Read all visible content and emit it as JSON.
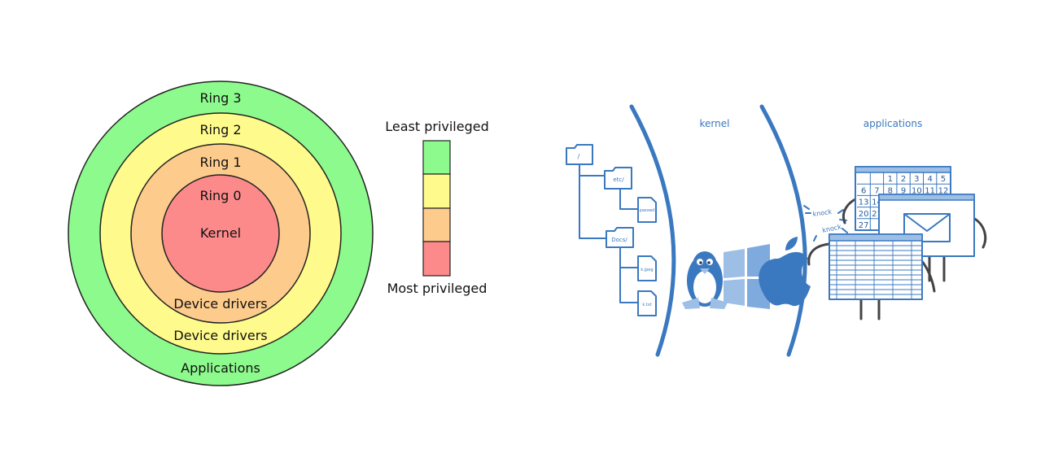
{
  "rings": {
    "ring3": {
      "label": "Ring 3",
      "bottom_label": "Applications",
      "color": "#8dfa8d"
    },
    "ring2": {
      "label": "Ring 2",
      "bottom_label": "Device drivers",
      "color": "#fefa8c"
    },
    "ring1": {
      "label": "Ring 1",
      "bottom_label": "Device drivers",
      "color": "#fdcb8c"
    },
    "ring0": {
      "label": "Ring 0",
      "center_label": "Kernel",
      "color": "#fc8a8a"
    }
  },
  "legend": {
    "top_label": "Least privileged",
    "bottom_label": "Most privileged",
    "colors": [
      "#8dfa8d",
      "#fefa8c",
      "#fdcb8c",
      "#fc8a8a"
    ]
  },
  "illustration": {
    "kernel_label": "kernel",
    "applications_label": "applications",
    "knock_1": "knock",
    "knock_2": "knock",
    "folders": {
      "root": "/",
      "etc": "etc/",
      "docs": "Docs/"
    },
    "files": {
      "passwd": "passwd",
      "jpeg": "k.jpeg",
      "txt": "k.txt"
    },
    "calendar_numbers": [
      "1",
      "2",
      "3",
      "4",
      "5",
      "6",
      "7",
      "8",
      "9",
      "10",
      "11",
      "12",
      "13",
      "14",
      "20",
      "21",
      "27"
    ],
    "accent_color": "#3a78c0"
  }
}
